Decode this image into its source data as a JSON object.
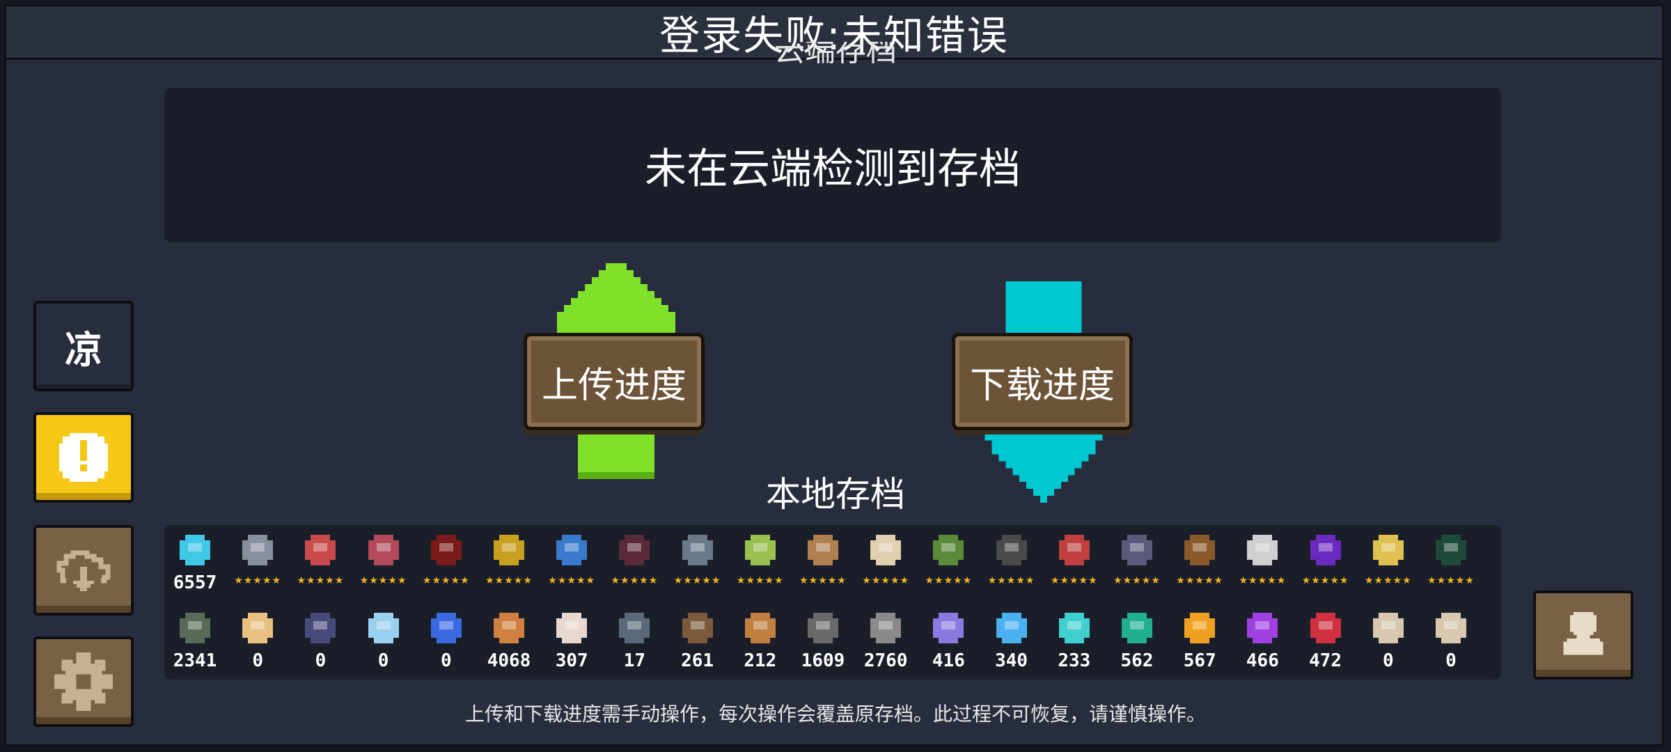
{
  "title_bar": {
    "text": "登录失败:未知错误"
  },
  "cloud": {
    "header": "云端存档",
    "empty_message": "未在云端检测到存档"
  },
  "actions": {
    "upload_label": "上传进度",
    "download_label": "下载进度",
    "upload_color": "#7fe12a",
    "download_color": "#00c8d2"
  },
  "side_buttons": {
    "language_glyph": "凉"
  },
  "local": {
    "header": "本地存档",
    "gems": "6557",
    "characters": [
      {
        "icon": "knight-icon",
        "color": "#8a8fa0"
      },
      {
        "icon": "rogue-icon",
        "color": "#c84a4a"
      },
      {
        "icon": "witch-icon",
        "color": "#b24a5a"
      },
      {
        "icon": "assassin-icon",
        "color": "#7a1a1a"
      },
      {
        "icon": "engineer-icon",
        "color": "#c8a020"
      },
      {
        "icon": "robot-icon",
        "color": "#3a7acc"
      },
      {
        "icon": "vampire-icon",
        "color": "#5a2a3a"
      },
      {
        "icon": "paladin-icon",
        "color": "#6a7a8a"
      },
      {
        "icon": "elf-icon",
        "color": "#9ac050"
      },
      {
        "icon": "werewolf-icon",
        "color": "#b08050"
      },
      {
        "icon": "priest-icon",
        "color": "#e0d0b0"
      },
      {
        "icon": "druid-icon",
        "color": "#5a8a3a"
      },
      {
        "icon": "berserker-icon",
        "color": "#4a4a4a"
      },
      {
        "icon": "taoist-icon",
        "color": "#c04040"
      },
      {
        "icon": "necromancer-icon",
        "color": "#5a5a7a"
      },
      {
        "icon": "officer-icon",
        "color": "#8a5a2a"
      },
      {
        "icon": "swordsman-icon",
        "color": "#d0d0d0"
      },
      {
        "icon": "demon-icon",
        "color": "#6a2ac0"
      },
      {
        "icon": "airbender-icon",
        "color": "#e0c050"
      }
    ],
    "last_item": {
      "icon": "terminal-icon",
      "color": "#1e4a3a"
    },
    "materials": [
      {
        "icon": "gear-bag-icon",
        "value": "2341",
        "color": "#5a6a5a"
      },
      {
        "icon": "holy-book-icon",
        "value": "0",
        "color": "#e8c080"
      },
      {
        "icon": "dark-book-icon",
        "value": "0",
        "color": "#4a4a7a"
      },
      {
        "icon": "crystal-icon",
        "value": "0",
        "color": "#9ad0f0"
      },
      {
        "icon": "magic-stones-icon",
        "value": "0",
        "color": "#3a6ae0"
      },
      {
        "icon": "meat-icon",
        "value": "4068",
        "color": "#d08040"
      },
      {
        "icon": "seed-bag-icon",
        "value": "307",
        "color": "#e8d8d0"
      },
      {
        "icon": "fish-token-icon",
        "value": "17",
        "color": "#5a6a7a"
      },
      {
        "icon": "hammer-icon",
        "value": "261",
        "color": "#7a5a3a"
      },
      {
        "icon": "parts-icon",
        "value": "212",
        "color": "#c08040"
      },
      {
        "icon": "cog-icon",
        "value": "1609",
        "color": "#6a6a6a"
      },
      {
        "icon": "ore-icon",
        "value": "2760",
        "color": "#8a8a8a"
      },
      {
        "icon": "purple-shard-icon",
        "value": "416",
        "color": "#8a7ae0"
      },
      {
        "icon": "blue-shard-icon",
        "value": "340",
        "color": "#4ab0f0"
      },
      {
        "icon": "cyan-shard-icon",
        "value": "233",
        "color": "#40d0d0"
      },
      {
        "icon": "teal-shard-icon",
        "value": "562",
        "color": "#20b090"
      },
      {
        "icon": "orange-shard-icon",
        "value": "567",
        "color": "#f0a020"
      },
      {
        "icon": "violet-shard-icon",
        "value": "466",
        "color": "#a040e0"
      },
      {
        "icon": "red-shard-icon",
        "value": "472",
        "color": "#d03040"
      },
      {
        "icon": "scroll-icon",
        "value": "0",
        "color": "#d8c8b0"
      },
      {
        "icon": "scroll-icon",
        "value": "0",
        "color": "#d8c8b0"
      }
    ]
  },
  "footer": {
    "note": "上传和下载进度需手动操作，每次操作会覆盖原存档。此过程不可恢复，请谨慎操作。"
  }
}
